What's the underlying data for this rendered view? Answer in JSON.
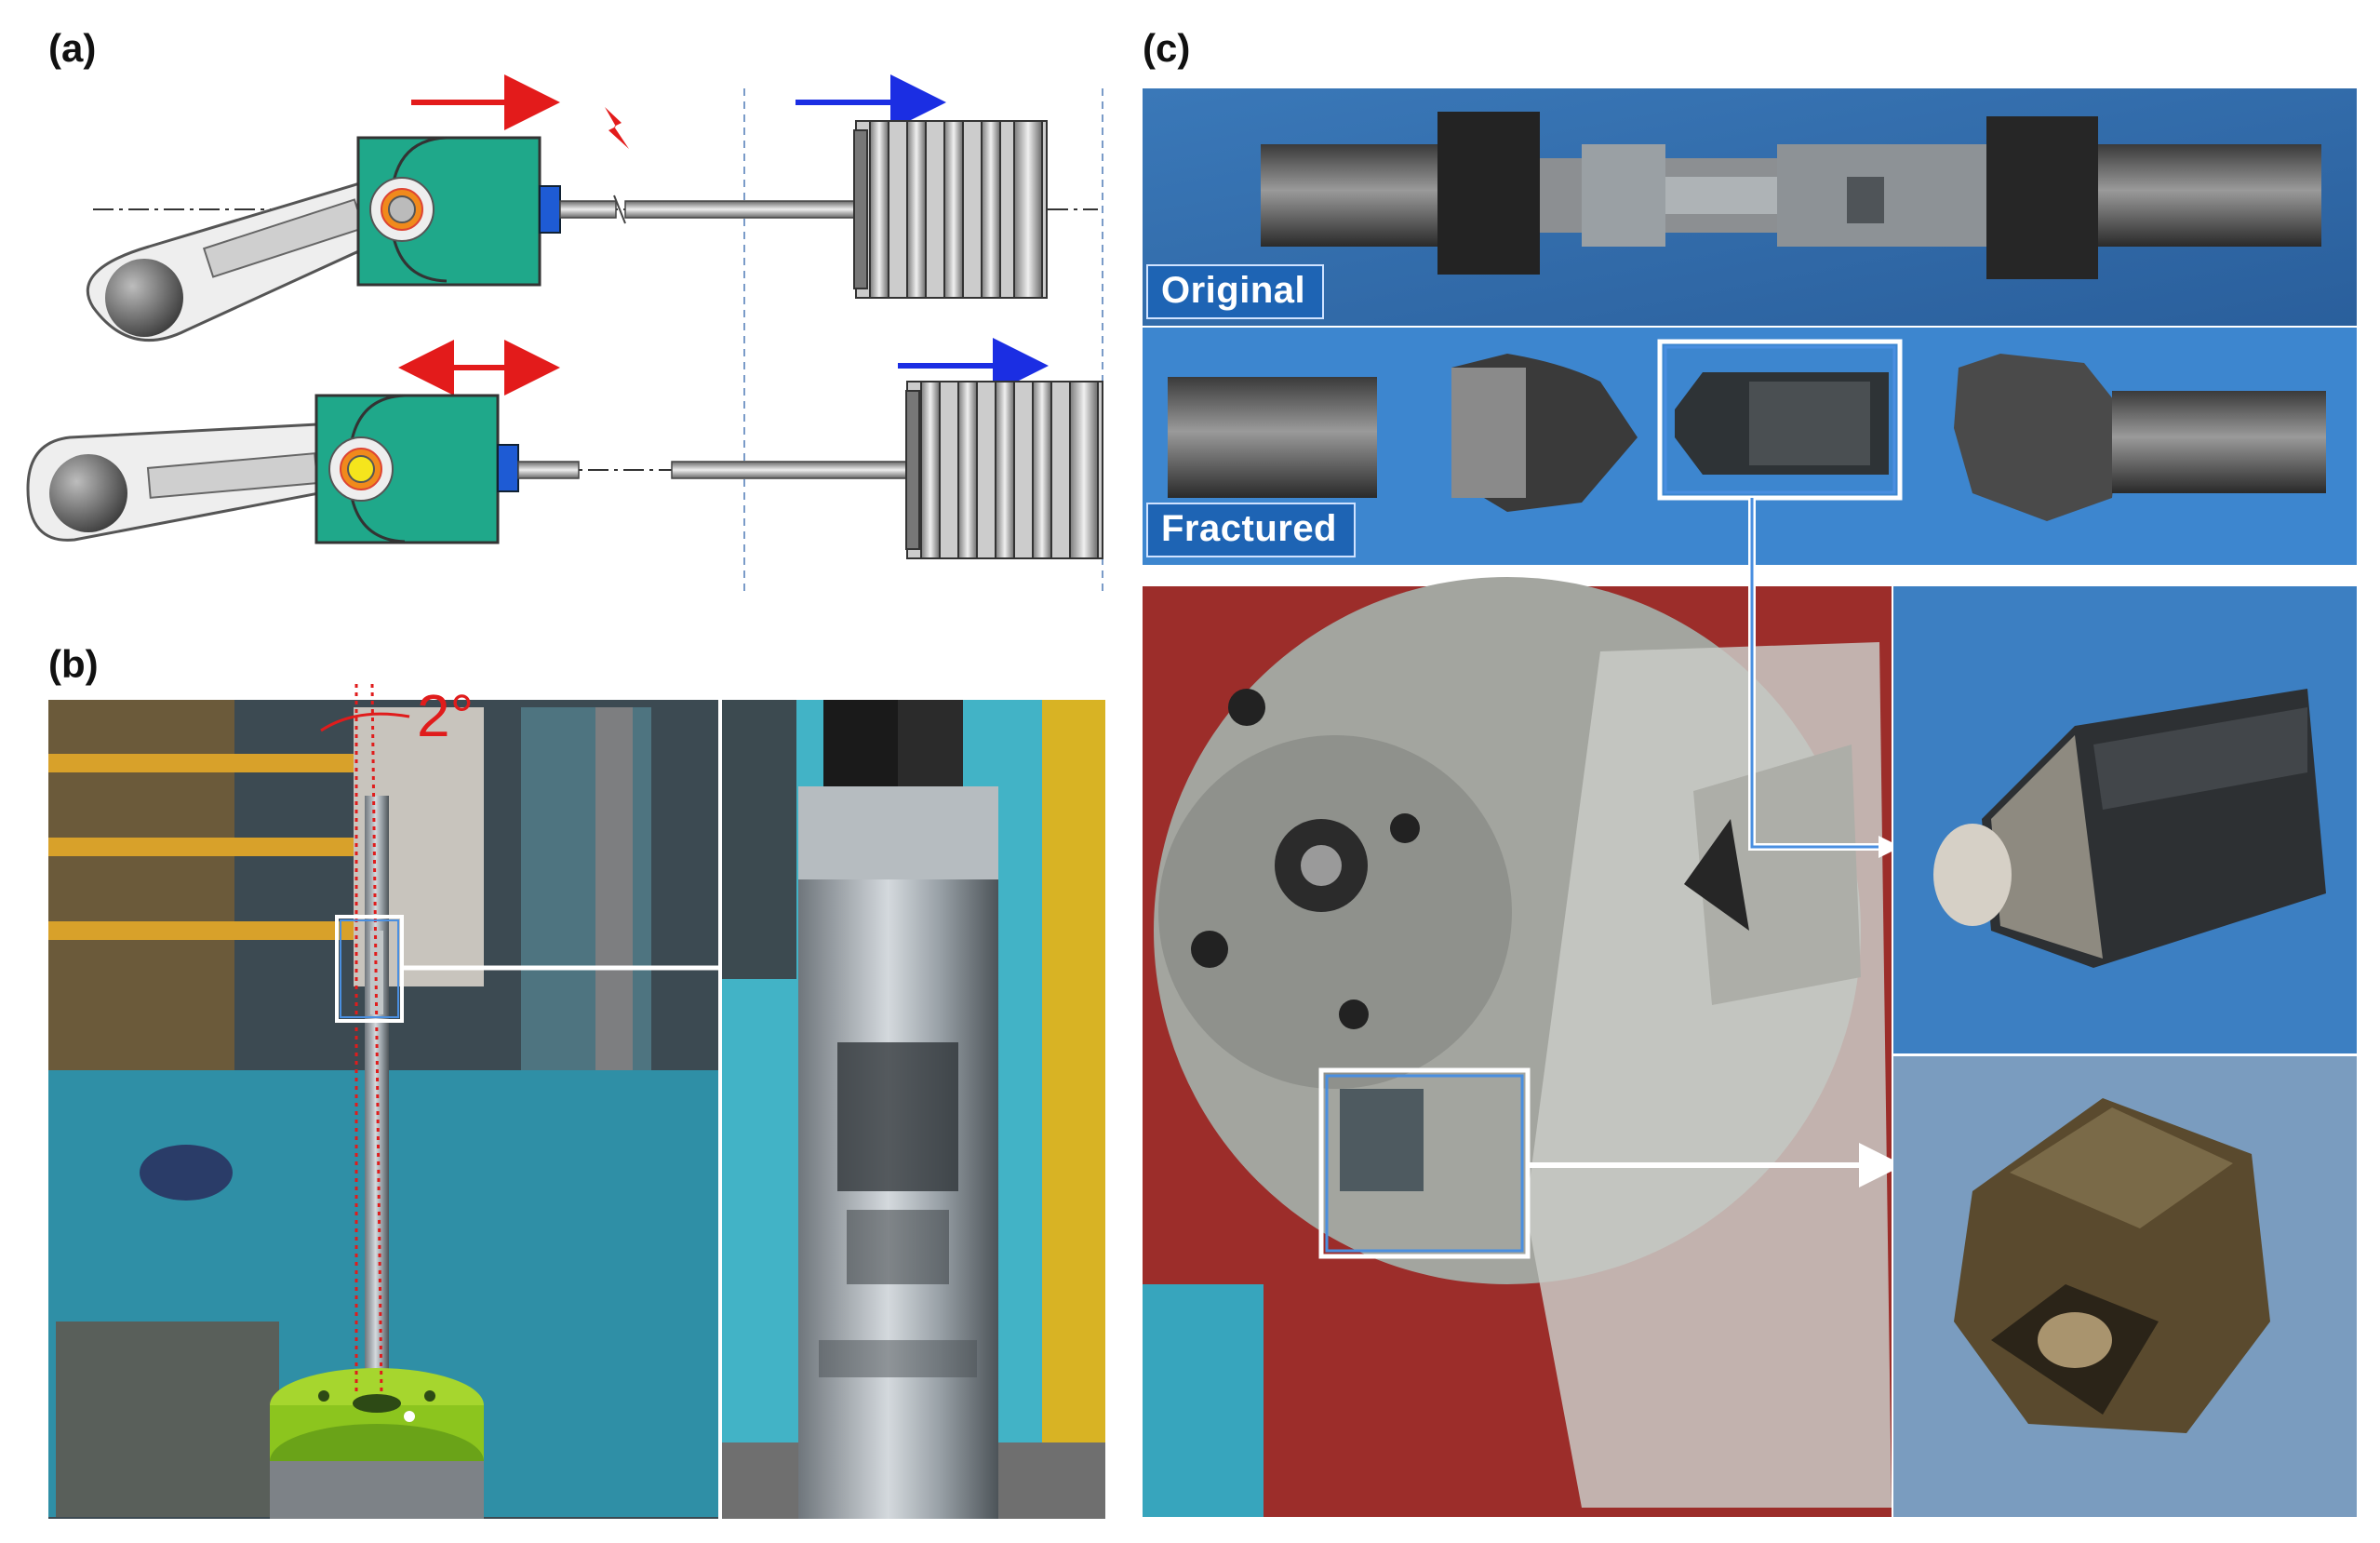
{
  "panels": {
    "a": {
      "label": "(a)"
    },
    "b": {
      "label": "(b)",
      "angle": "2°"
    },
    "c": {
      "label": "(c)",
      "tags": {
        "original": "Original",
        "fractured": "Fractured"
      }
    }
  },
  "colors": {
    "slider": "#1fa88a",
    "arrow_red": "#e31b1b",
    "arrow_blue": "#1b2ee3",
    "callout": "#4a8fe0",
    "tag_bg": "#1e64b4"
  },
  "icons": [
    "fracture-bolt-icon",
    "direction-arrow-icon"
  ]
}
